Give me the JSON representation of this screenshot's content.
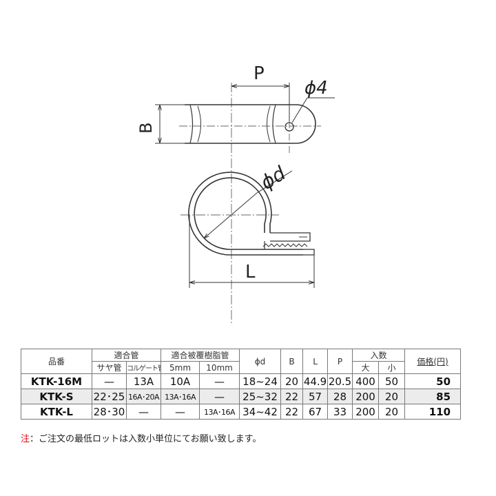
{
  "drawing": {
    "label_p": "P",
    "label_phi4": "ϕ4",
    "label_b": "B",
    "label_phid": "ϕd",
    "label_l": "L"
  },
  "table": {
    "headers": {
      "model": "品番",
      "pipe_group": "適合管",
      "pipe_saya": "サヤ管",
      "pipe_corrugate": "コルゲート管",
      "resin_group": "適合被覆樹脂管",
      "resin_5mm": "5mm",
      "resin_10mm": "10mm",
      "phid": "ϕd",
      "b": "B",
      "l": "L",
      "p": "P",
      "qty_group": "入数",
      "qty_large": "大",
      "qty_small": "小",
      "price": "価格(円)"
    },
    "rows": [
      {
        "model": "KTK-16M",
        "saya": "—",
        "corrugate": "13A",
        "r5": "10A",
        "r10": "—",
        "phid": "18~24",
        "b": "20",
        "l": "44.9",
        "p": "20.5",
        "large": "400",
        "small": "50",
        "price": "50"
      },
      {
        "model": "KTK-S",
        "saya": "22･25",
        "corrugate": "16A･20A",
        "r5": "13A･16A",
        "r10": "—",
        "phid": "25~32",
        "b": "22",
        "l": "57",
        "p": "28",
        "large": "200",
        "small": "20",
        "price": "85"
      },
      {
        "model": "KTK-L",
        "saya": "28･30",
        "corrugate": "—",
        "r5": "—",
        "r10": "13A･16A",
        "phid": "34~42",
        "b": "22",
        "l": "67",
        "p": "33",
        "large": "200",
        "small": "20",
        "price": "110"
      }
    ]
  },
  "note": {
    "mark": "注",
    "text": "：ご注文の最低ロットは入数小単位にてお願い致します。"
  }
}
